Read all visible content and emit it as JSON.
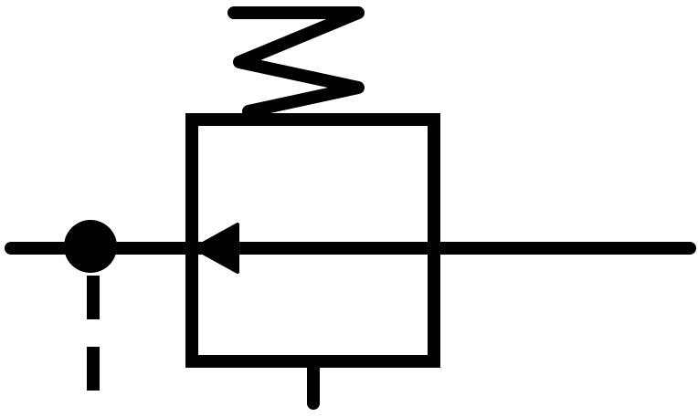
{
  "diagram": {
    "symbol": "pressure-relief-valve",
    "components": [
      "spring",
      "valve-body",
      "flow-arrow",
      "junction-dot",
      "pilot-line",
      "drain-port"
    ],
    "colors": {
      "stroke": "#000000",
      "background": "#ffffff"
    }
  }
}
